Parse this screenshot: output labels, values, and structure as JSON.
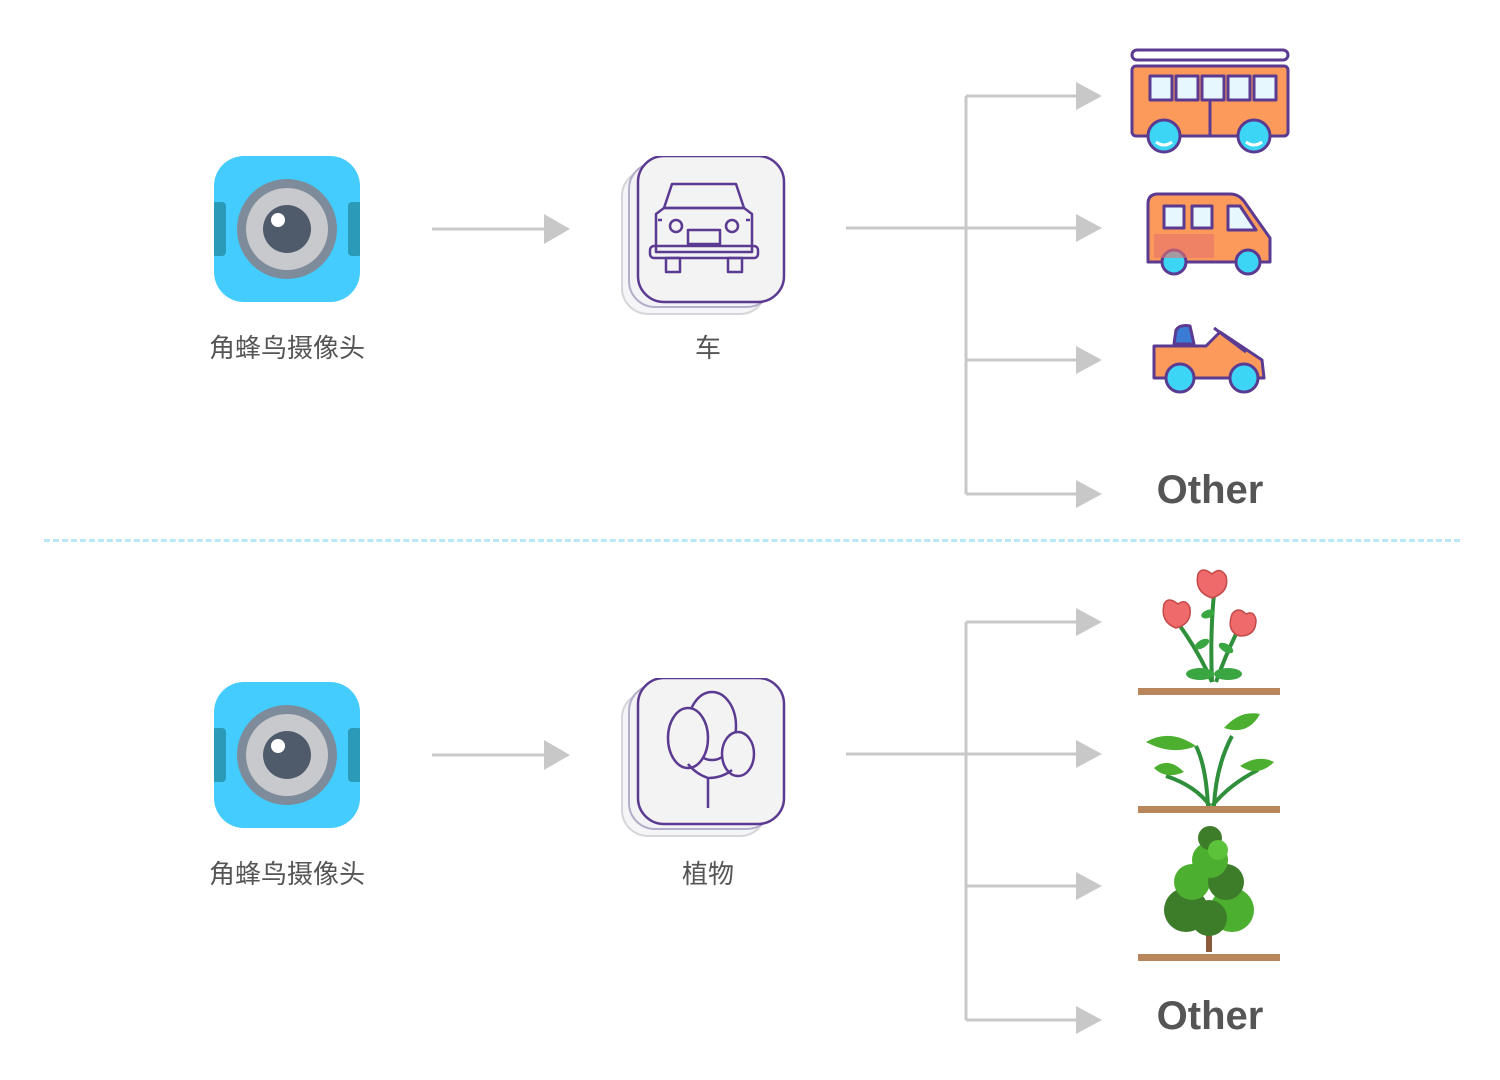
{
  "rows": [
    {
      "source_label": "角蜂鸟摄像头",
      "category_label": "车",
      "category_icon": "car-outline-icon",
      "outputs": [
        {
          "icon": "bus-icon"
        },
        {
          "icon": "van-icon"
        },
        {
          "icon": "convertible-car-icon"
        },
        {
          "text": "Other"
        }
      ]
    },
    {
      "source_label": "角蜂鸟摄像头",
      "category_label": "植物",
      "category_icon": "tree-outline-icon",
      "outputs": [
        {
          "icon": "flower-icon"
        },
        {
          "icon": "leafy-plant-icon"
        },
        {
          "icon": "bush-tree-icon"
        },
        {
          "text": "Other"
        }
      ]
    }
  ],
  "colors": {
    "camera_body": "#44ccff",
    "category_stroke": "#5b3a91",
    "arrow": "#c8c8c8",
    "vehicle_orange": "#fb9a5b",
    "wheel_cyan": "#3cd5f5",
    "plant_green": "#4caf2f",
    "divider": "#b7e8f7"
  }
}
